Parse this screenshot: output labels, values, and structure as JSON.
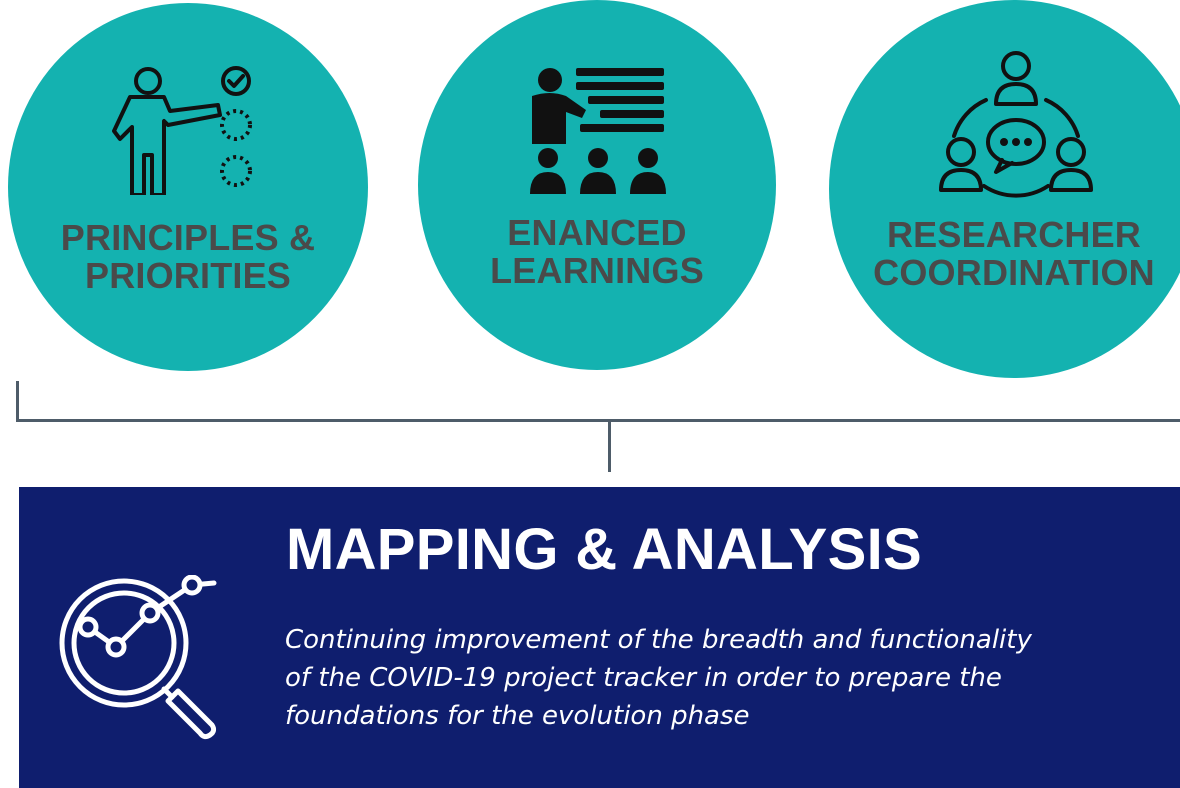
{
  "pillars": [
    {
      "lines": [
        "PRINCIPLES &",
        "PRIORITIES"
      ],
      "icon": "presenter-checklist-icon"
    },
    {
      "lines": [
        "ENANCED",
        "LEARNINGS"
      ],
      "icon": "teacher-audience-icon"
    },
    {
      "lines": [
        "RESEARCHER",
        "COORDINATION"
      ],
      "icon": "team-discussion-icon"
    }
  ],
  "panel": {
    "title": "MAPPING & ANALYSIS",
    "description_lines": [
      "Continuing improvement of the breadth and functionality",
      "of the COVID-19 project tracker in order to prepare the",
      "foundations for the evolution phase"
    ],
    "icon": "magnifier-chart-icon"
  },
  "colors": {
    "circle": "#14b2b0",
    "circle_text": "#4a4a4a",
    "panel": "#0f1e6e",
    "connector": "#4e5c69"
  }
}
